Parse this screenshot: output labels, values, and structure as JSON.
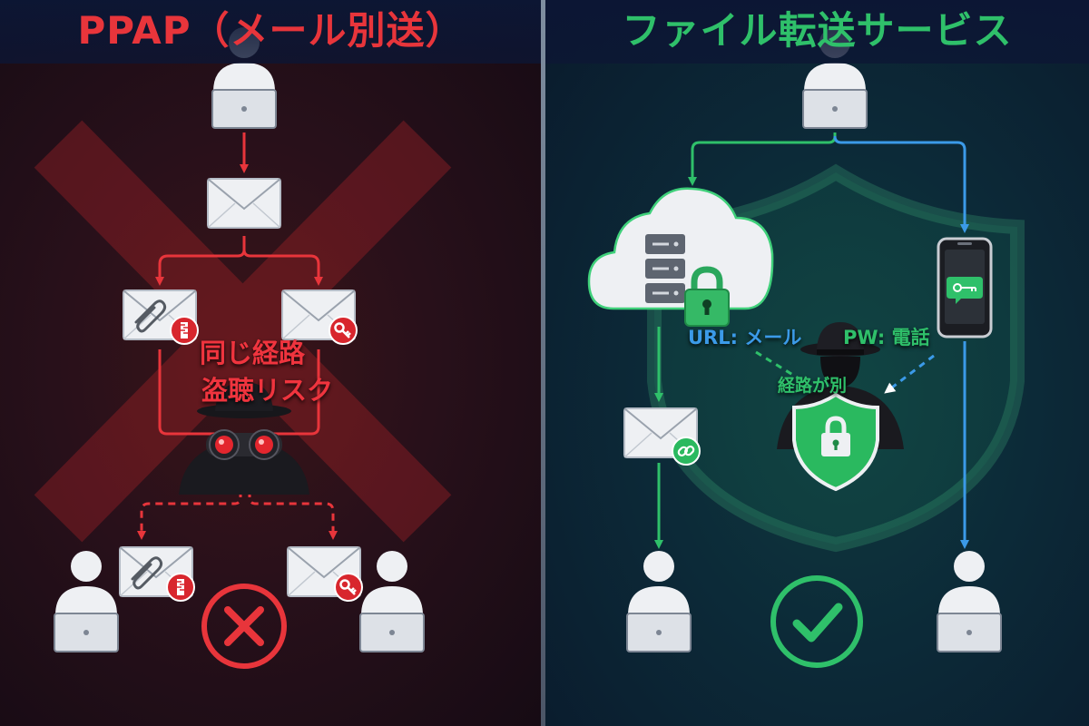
{
  "left_panel": {
    "title": "PPAP（メール別送）",
    "risk_label_line1": "同じ経路",
    "risk_label_line2": "盗聴リスク"
  },
  "right_panel": {
    "title": "ファイル転送サービス",
    "url_label": "URL: メール",
    "pw_label": "PW: 電話",
    "route_label": "経路が別"
  },
  "colors": {
    "danger": "#e8353b",
    "safe": "#2fc06a",
    "phone_route": "#3b9ae8",
    "title_band": "#0c1634"
  },
  "icons": [
    "person-with-laptop-icon",
    "envelope-icon",
    "paperclip-icon",
    "zip-icon",
    "key-icon",
    "spy-binoculars-icon",
    "x-mark-icon",
    "cloud-server-icon",
    "padlock-icon",
    "smartphone-icon",
    "link-icon",
    "shield-icon",
    "hacker-icon",
    "check-mark-icon"
  ]
}
